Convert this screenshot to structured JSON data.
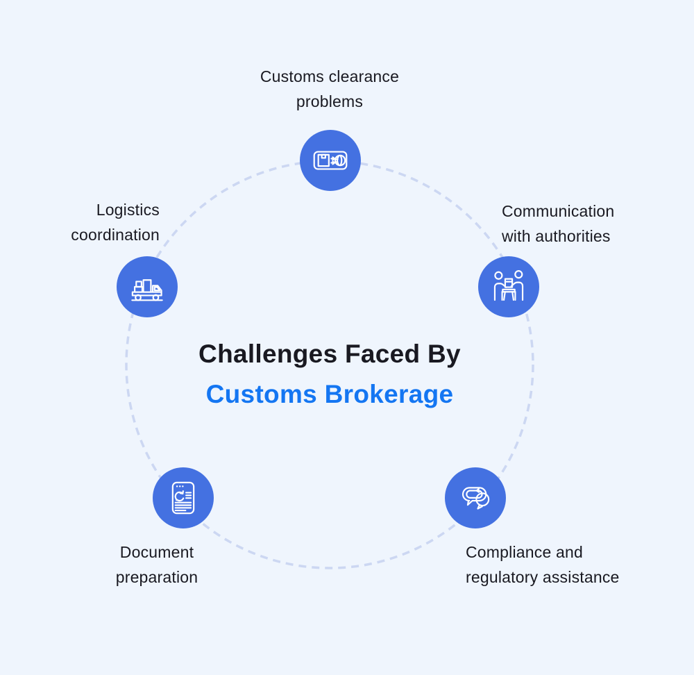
{
  "title": {
    "line1": "Challenges Faced By",
    "line2": "Customs Brokerage"
  },
  "items": [
    {
      "id": "customs-clearance",
      "line1": "Customs clearance",
      "line2": "problems",
      "icon": "package-globe-icon"
    },
    {
      "id": "logistics",
      "line1": "Logistics",
      "line2": "coordination",
      "icon": "loaded-truck-icon"
    },
    {
      "id": "communication",
      "line1": "Communication",
      "line2": "with authorities",
      "icon": "people-meeting-icon"
    },
    {
      "id": "document",
      "line1": "Document",
      "line2": "preparation",
      "icon": "document-refresh-icon"
    },
    {
      "id": "compliance",
      "line1": "Compliance and",
      "line2": "regulatory assistance",
      "icon": "chat-loop-icon"
    }
  ],
  "colors": {
    "bg": "#eff5fd",
    "ink": "#191921",
    "accent": "#1476f2",
    "node": "#4471e1",
    "ring": "#ccd7f2",
    "icon-stroke": "#ffffff"
  }
}
